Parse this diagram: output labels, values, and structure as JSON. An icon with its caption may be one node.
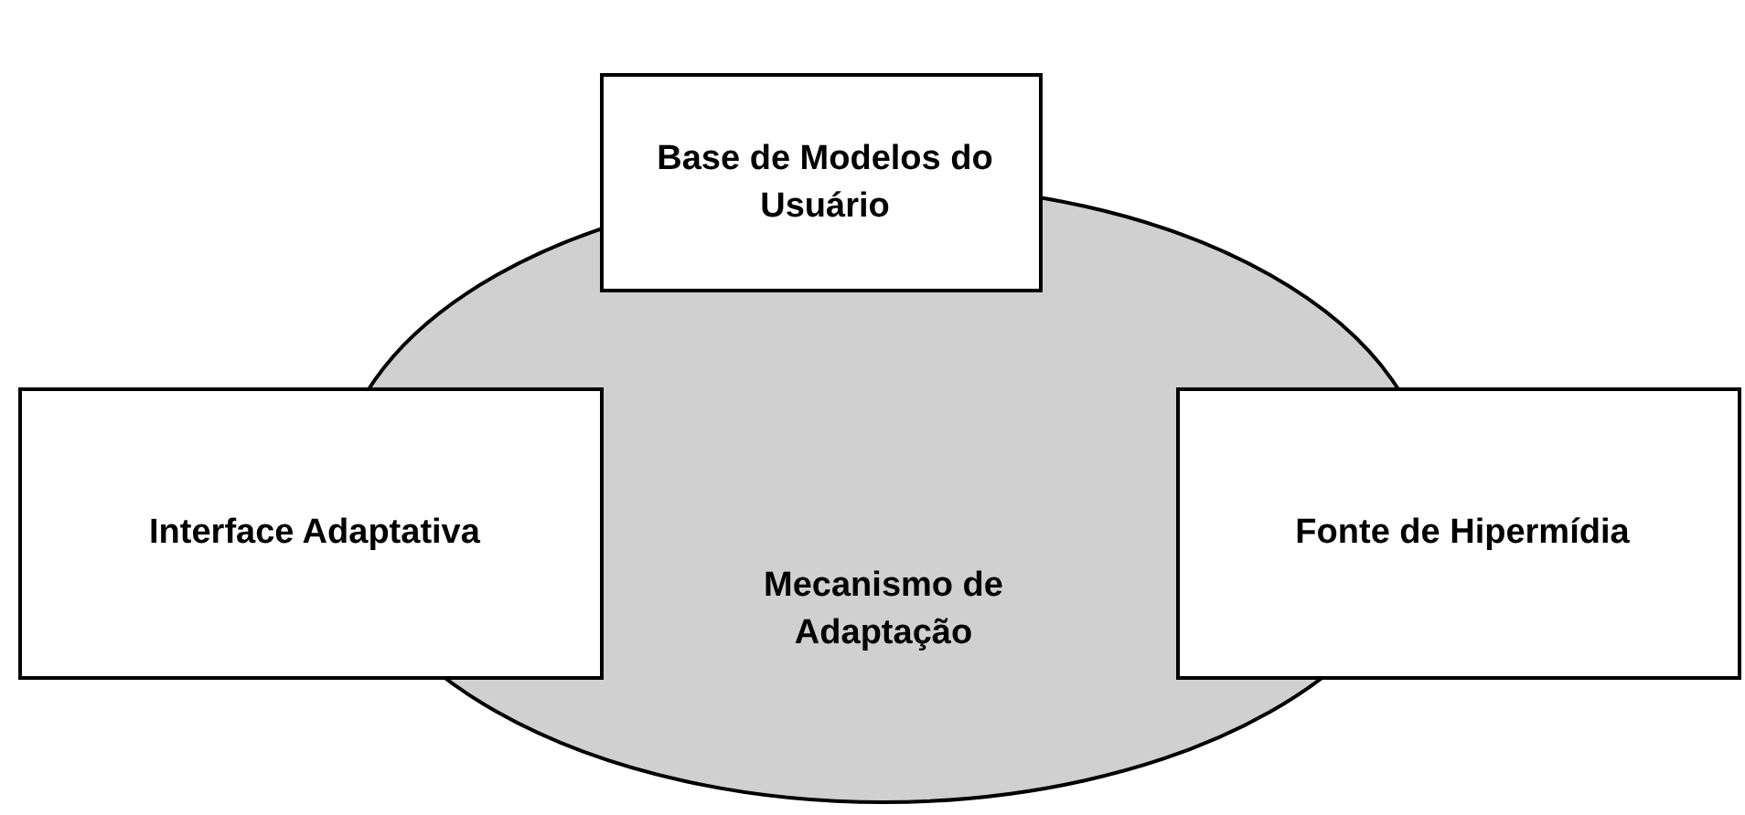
{
  "diagram": {
    "nodes": [
      {
        "text": [
          "Base de Modelos do Usuário"
        ]
      },
      {
        "text": [
          "Interface Adaptativa"
        ]
      },
      {
        "text": [
          "Fonte de Hipermídia"
        ]
      },
      {
        "text": [
          "Mecanismo de Adaptação"
        ]
      }
    ]
  }
}
